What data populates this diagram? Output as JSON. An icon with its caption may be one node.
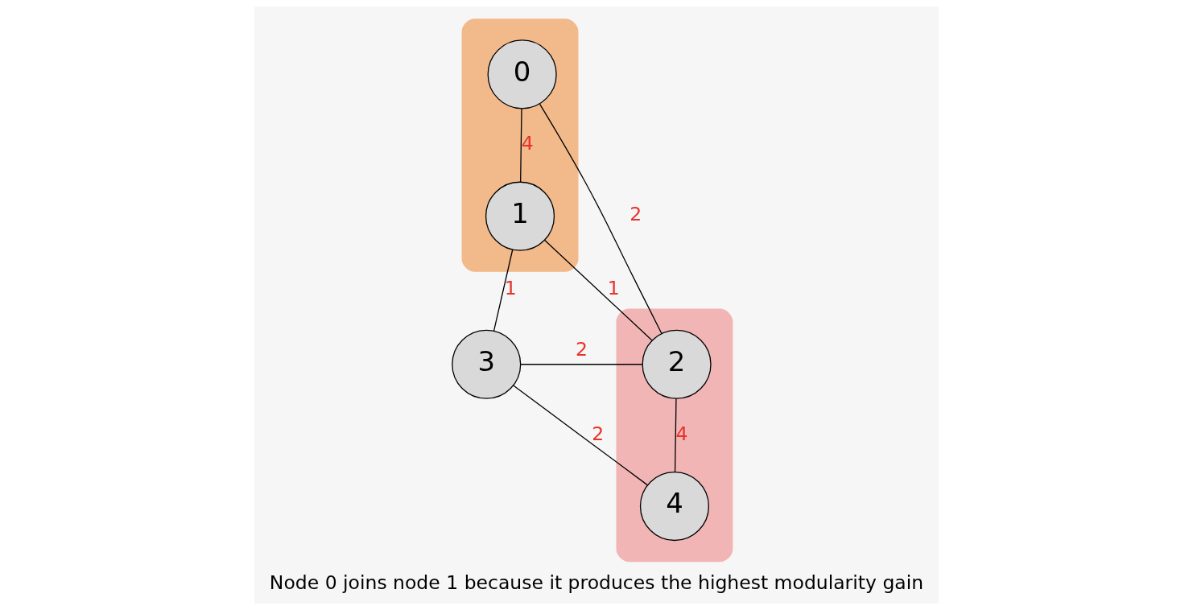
{
  "diagram": {
    "caption": "Node 0 joins node 1 because it produces the highest modularity gain",
    "nodes": [
      {
        "text": [],
        "shape": "ellipse"
      },
      {
        "text": [
          "1"
        ],
        "in": 0
      },
      {
        "text": [
          "0"
        ],
        "in": 0
      },
      {
        "text": [],
        "shape": "ellipse"
      },
      {
        "text": [
          "2"
        ],
        "in": 3
      },
      {
        "text": [
          "4"
        ],
        "in": 3
      },
      {
        "text": [
          "3"
        ]
      }
    ],
    "edges": [
      {
        "from": 2,
        "to": 1,
        "arrow": "none",
        "label": "4"
      },
      {
        "from": 1,
        "to": 4,
        "arrow": "none",
        "label": "1"
      },
      {
        "from": 2,
        "to": 4,
        "arrow": "none",
        "label": "2"
      },
      {
        "from": 1,
        "to": 6,
        "arrow": "none",
        "label": "1"
      },
      {
        "from": 4,
        "to": 6,
        "arrow": "none",
        "label": "2"
      },
      {
        "from": 4,
        "to": 5,
        "arrow": "none",
        "label": "4"
      },
      {
        "from": 6,
        "to": 5,
        "arrow": "none",
        "label": "2"
      }
    ]
  }
}
